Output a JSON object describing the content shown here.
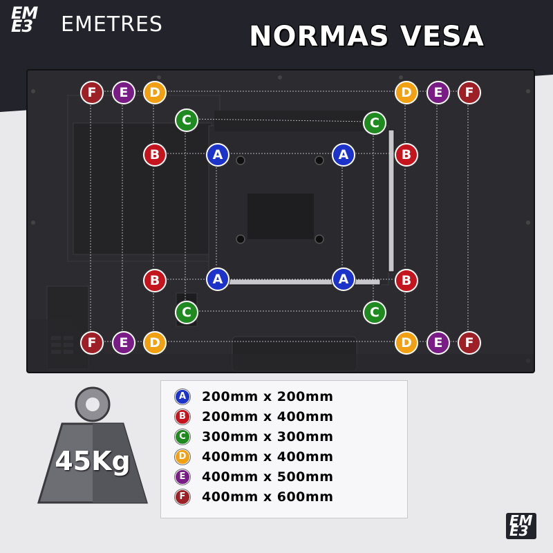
{
  "header": {
    "logo_lines": [
      "EM",
      "E3"
    ],
    "brand": "EMETRES",
    "title": "NORMAS VESA"
  },
  "colors": {
    "A": "#1b33c9",
    "B": "#c4141e",
    "C": "#1f8a1f",
    "D": "#f0a010",
    "E": "#7a1c86",
    "F": "#9c2026",
    "header_bg": "#23232c",
    "tv_body": "#2c2c30"
  },
  "badges": {
    "A": "A",
    "B": "B",
    "C": "C",
    "D": "D",
    "E": "E",
    "F": "F"
  },
  "legend": [
    {
      "letter": "A",
      "text": "200mm x 200mm"
    },
    {
      "letter": "B",
      "text": "200mm x 400mm"
    },
    {
      "letter": "C",
      "text": "300mm x 300mm"
    },
    {
      "letter": "D",
      "text": "400mm x 400mm"
    },
    {
      "letter": "E",
      "text": "400mm x 500mm"
    },
    {
      "letter": "F",
      "text": "400mm x 600mm"
    }
  ],
  "weight": {
    "label": "45Kg",
    "icon": "weight-icon"
  },
  "footer_logo_lines": [
    "EM",
    "E3"
  ]
}
